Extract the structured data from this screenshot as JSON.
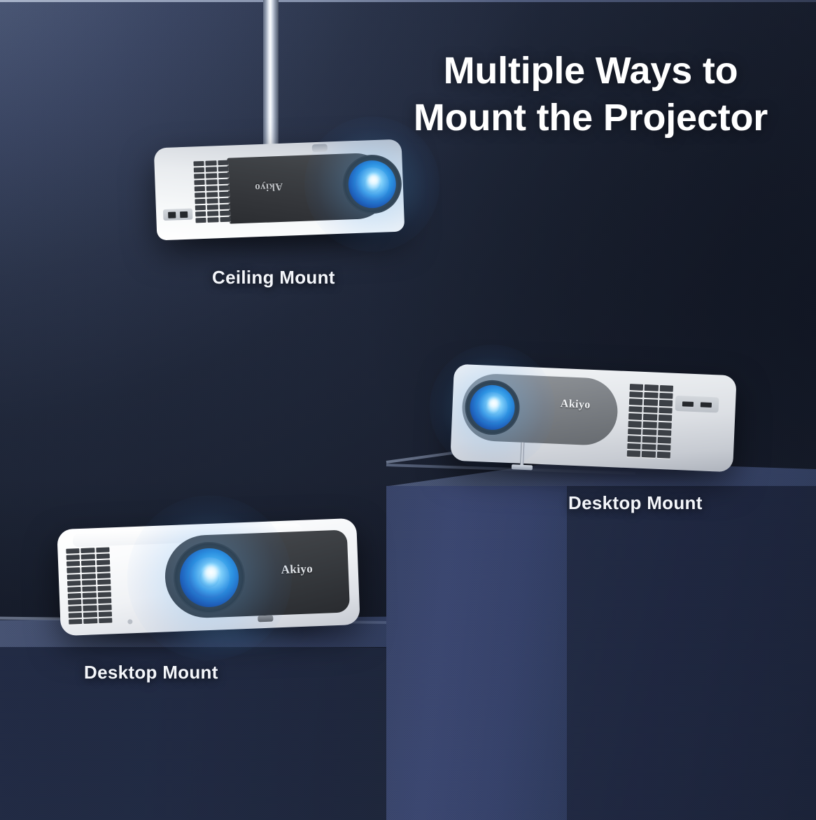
{
  "scene": {
    "background_top_left": "#4a5775",
    "background_dark": "#19202f",
    "pedestal_front": "#39456a",
    "pedestal_side": "#212a41",
    "lens_glow": "#5fc0ff",
    "text_color": "#ffffff"
  },
  "heading": {
    "line1": "Multiple Ways to",
    "line2": "Mount the Projector"
  },
  "labels": {
    "ceiling": "Ceiling Mount",
    "desktop_upper": "Desktop Mount",
    "desktop_lower": "Desktop Mount"
  },
  "brand": {
    "name": "Akiyo"
  },
  "projectors": [
    {
      "id": "ceiling",
      "mount": "Ceiling Mount",
      "orientation": "inverted",
      "brand": "Akiyo",
      "has_mount_rod": true,
      "panel_color": "#3a3d41",
      "body_color": "#f4f6f8"
    },
    {
      "id": "desktop-upper",
      "mount": "Desktop Mount",
      "orientation": "upright",
      "brand": "Akiyo",
      "has_mount_rod": false,
      "panel_color": "#7d8186",
      "body_color": "#e9ebee"
    },
    {
      "id": "desktop-lower",
      "mount": "Desktop Mount",
      "orientation": "upright",
      "brand": "Akiyo",
      "has_mount_rod": false,
      "panel_color": "#35383c",
      "body_color": "#ffffff"
    }
  ]
}
